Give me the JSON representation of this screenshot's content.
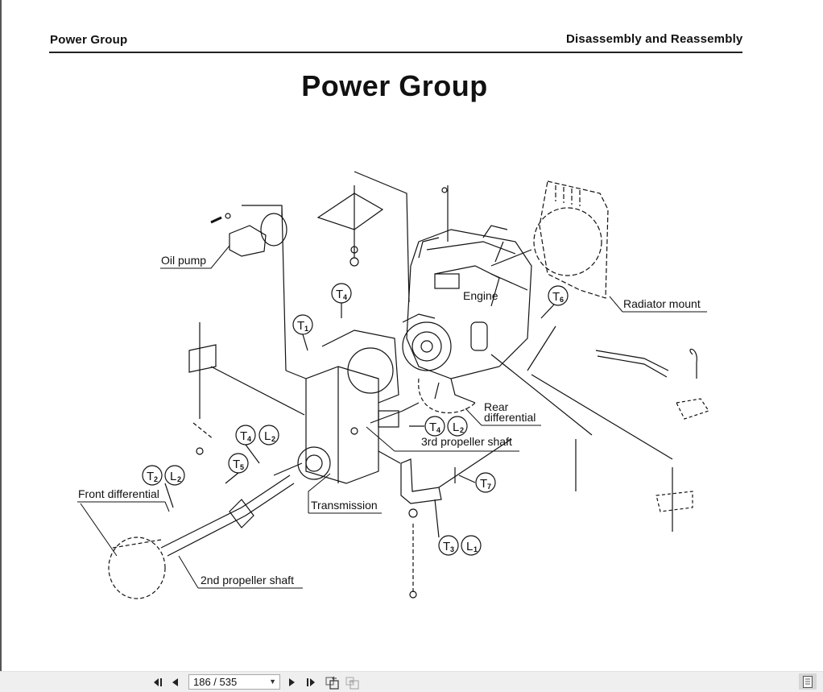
{
  "document": {
    "header_left": "Power Group",
    "header_right": "Disassembly and Reassembly",
    "title": "Power Group",
    "diagram": {
      "labels": {
        "oil_pump": "Oil pump",
        "engine": "Engine",
        "radiator_mount": "Radiator mount",
        "rear_differential_1": "Rear",
        "rear_differential_2": "differential",
        "third_propeller_shaft": "3rd propeller shaft",
        "transmission": "Transmission",
        "front_differential": "Front differential",
        "second_propeller_shaft": "2nd propeller shaft"
      },
      "callouts": {
        "t1": {
          "letter": "T",
          "num": "1"
        },
        "t4_top": {
          "letter": "T",
          "num": "4"
        },
        "t6": {
          "letter": "T",
          "num": "6"
        },
        "t4_rear": {
          "letter": "T",
          "num": "4"
        },
        "l2_rear": {
          "letter": "L",
          "num": "2"
        },
        "t4_trans": {
          "letter": "T",
          "num": "4"
        },
        "l2_trans": {
          "letter": "L",
          "num": "2"
        },
        "t5": {
          "letter": "T",
          "num": "5"
        },
        "t2": {
          "letter": "T",
          "num": "2"
        },
        "l2_front": {
          "letter": "L",
          "num": "2"
        },
        "t7": {
          "letter": "T",
          "num": "7"
        },
        "t3": {
          "letter": "T",
          "num": "3"
        },
        "l1": {
          "letter": "L",
          "num": "1"
        }
      }
    }
  },
  "toolbar": {
    "first_page_icon": "first-page-icon",
    "prev_page_icon": "prev-page-icon",
    "page_indicator": "186 / 535",
    "next_page_icon": "next-page-icon",
    "last_page_icon": "last-page-icon",
    "go_back_icon": "go-back-view-icon",
    "go_forward_icon": "go-forward-view-icon",
    "view_mode_icon": "single-page-view-icon"
  }
}
